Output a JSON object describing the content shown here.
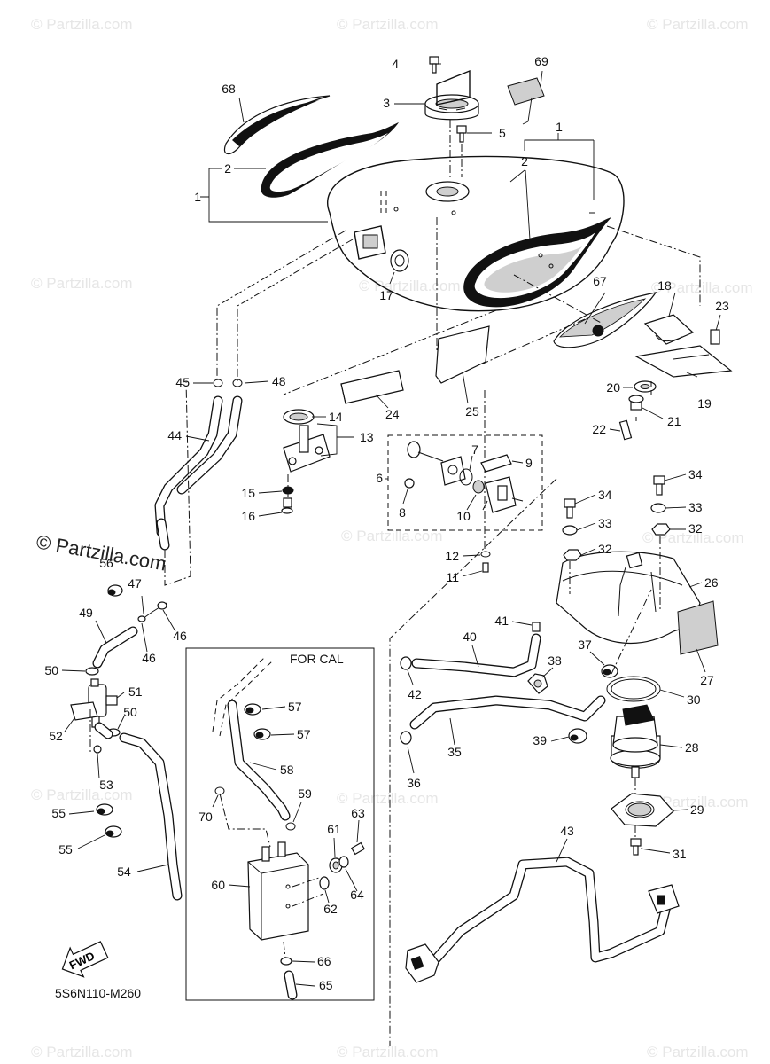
{
  "watermarks": [
    "© Partzilla.com",
    "© Partzilla.com",
    "© Partzilla.com",
    "© Partzilla.com",
    "© Partzilla.com",
    "© Partzilla.com",
    "© Partzilla.com",
    "© Partzilla.com",
    "© Partzilla.com",
    "© Partzilla.com",
    "© Partzilla.com",
    "© Partzilla.com",
    "© Partzilla.com",
    "© Partzilla.com",
    "© Partzilla.com"
  ],
  "overlay_watermark": "© Partzilla.com",
  "box_title": "FOR CAL",
  "fwd_label": "FWD",
  "diagram_code": "5S6N110-M260",
  "callouts": {
    "c1a": "1",
    "c1b": "1",
    "c2a": "2",
    "c2b": "2",
    "c3": "3",
    "c4": "4",
    "c5": "5",
    "c6": "6",
    "c7": "7",
    "c8": "8",
    "c9": "9",
    "c10": "10",
    "c11": "11",
    "c12": "12",
    "c13": "13",
    "c14": "14",
    "c15": "15",
    "c16": "16",
    "c17": "17",
    "c18": "18",
    "c19": "19",
    "c20": "20",
    "c21": "21",
    "c22": "22",
    "c23": "23",
    "c24": "24",
    "c25": "25",
    "c26": "26",
    "c27": "27",
    "c28": "28",
    "c29": "29",
    "c30": "30",
    "c31": "31",
    "c32a": "32",
    "c32b": "32",
    "c33a": "33",
    "c33b": "33",
    "c34a": "34",
    "c34b": "34",
    "c35": "35",
    "c36": "36",
    "c37": "37",
    "c38": "38",
    "c39": "39",
    "c40": "40",
    "c41": "41",
    "c42": "42",
    "c43": "43",
    "c44": "44",
    "c45": "45",
    "c46a": "46",
    "c46b": "46",
    "c47": "47",
    "c48": "48",
    "c49": "49",
    "c50a": "50",
    "c50b": "50",
    "c51": "51",
    "c52": "52",
    "c53": "53",
    "c54": "54",
    "c55a": "55",
    "c55b": "55",
    "c56": "56",
    "c57a": "57",
    "c57b": "57",
    "c58": "58",
    "c59": "59",
    "c60": "60",
    "c61": "61",
    "c62": "62",
    "c63": "63",
    "c64": "64",
    "c65": "65",
    "c66": "66",
    "c67": "67",
    "c68": "68",
    "c69": "69",
    "c70": "70"
  }
}
